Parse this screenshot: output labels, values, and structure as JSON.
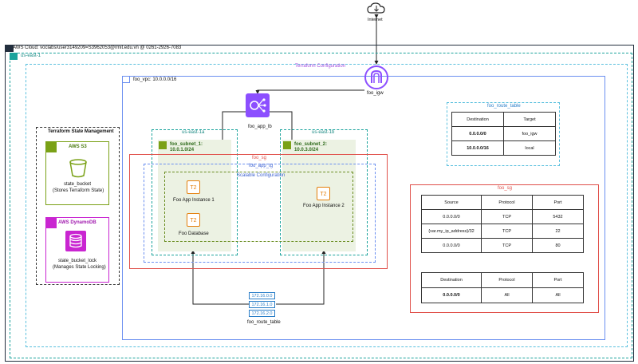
{
  "internet": {
    "label": "Internet"
  },
  "aws": {
    "label": "AWS Cloud: voclabs/user3149209=S3962053@rmit.edu.vn @ 0261-2926-7083"
  },
  "region": {
    "label": "us-east-1"
  },
  "terraform": {
    "label": "Terraform Configuration"
  },
  "vpc": {
    "label": "foo_vpc: 10.0.0.0/16"
  },
  "igw": {
    "label": "foo_igw"
  },
  "lb": {
    "label": "foo_app_lb"
  },
  "az1": {
    "label": "us-east-1a"
  },
  "az2": {
    "label": "us-east-1b"
  },
  "subnet1": {
    "label": "foo_subnet_1: 10.0.1.0/24"
  },
  "subnet2": {
    "label": "foo_subnet_2: 10.0.3.0/24"
  },
  "sg": {
    "label": "foo_sg"
  },
  "asg": {
    "label": "foo_app_tg"
  },
  "asg_config": {
    "label": "Scalable Configuration"
  },
  "instance1": {
    "label": "Foo App Instance 1",
    "badge": "T2"
  },
  "instance2": {
    "label": "Foo App Instance 2",
    "badge": "T2"
  },
  "database": {
    "label": "Foo Database",
    "badge": "T2"
  },
  "state_mgmt": {
    "title": "Terraform State Management",
    "s3": {
      "title": "AWS S3",
      "name": "state_bucket",
      "desc": "(Stores Terraform State)"
    },
    "dynamodb": {
      "title": "AWS DynamoDB",
      "name": "state_bucket_lock",
      "desc": "(Manages State Locking)"
    }
  },
  "route_table": {
    "title": "foo_route_table",
    "headers": [
      "Destination",
      "Target"
    ],
    "rows": [
      [
        "0.0.0.0/0",
        "foo_igw"
      ],
      [
        "10.0.0.0/16",
        "local"
      ]
    ]
  },
  "sg_table": {
    "title": "foo_sg",
    "inbound_headers": [
      "Source",
      "Protocol",
      "Port"
    ],
    "inbound_rows": [
      [
        "0.0.0.0/0",
        "TCP",
        "5432"
      ],
      [
        "{var.my_ip_address}/32",
        "TCP",
        "22"
      ],
      [
        "0.0.0.0/0",
        "TCP",
        "80"
      ]
    ],
    "outbound_headers": [
      "Destination",
      "Protocol",
      "Port"
    ],
    "outbound_rows": [
      [
        "0.0.0.0/0",
        "All",
        "All"
      ]
    ]
  },
  "route_table_bottom": {
    "label": "foo_route_table",
    "entries": [
      "172.16.0.0",
      "172.16.1.0",
      "172.16.2.0"
    ]
  },
  "colors": {
    "sg": "#e0504a",
    "vpc": "#6b8ff0",
    "region": "#1ba39c",
    "ec2": "#e47f0b",
    "lb": "#8c4fff"
  }
}
